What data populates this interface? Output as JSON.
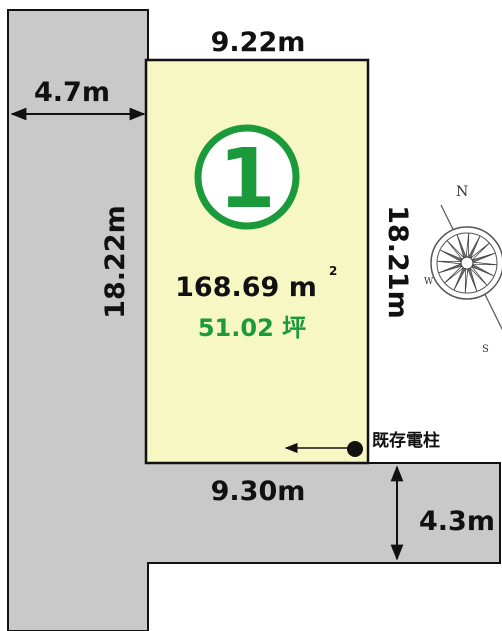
{
  "plot": {
    "number": "1",
    "area_m2_value": "168.69 m",
    "area_m2_unit_sup": "2",
    "area_tsubo": "51.02 坪"
  },
  "dimensions": {
    "top": "9.22m",
    "bottom": "9.30m",
    "left": "18.22m",
    "right": "18.21m",
    "west_road_width": "4.7m",
    "south_road_width": "4.3m"
  },
  "existing_pole_label": "既存電柱",
  "compass": {
    "north": "N",
    "south": "S",
    "west": "W"
  },
  "colors": {
    "plot_fill": "#f7f7c4",
    "road_fill": "#c9c9c9",
    "accent_green": "#1a9a3a",
    "line": "#111111"
  }
}
